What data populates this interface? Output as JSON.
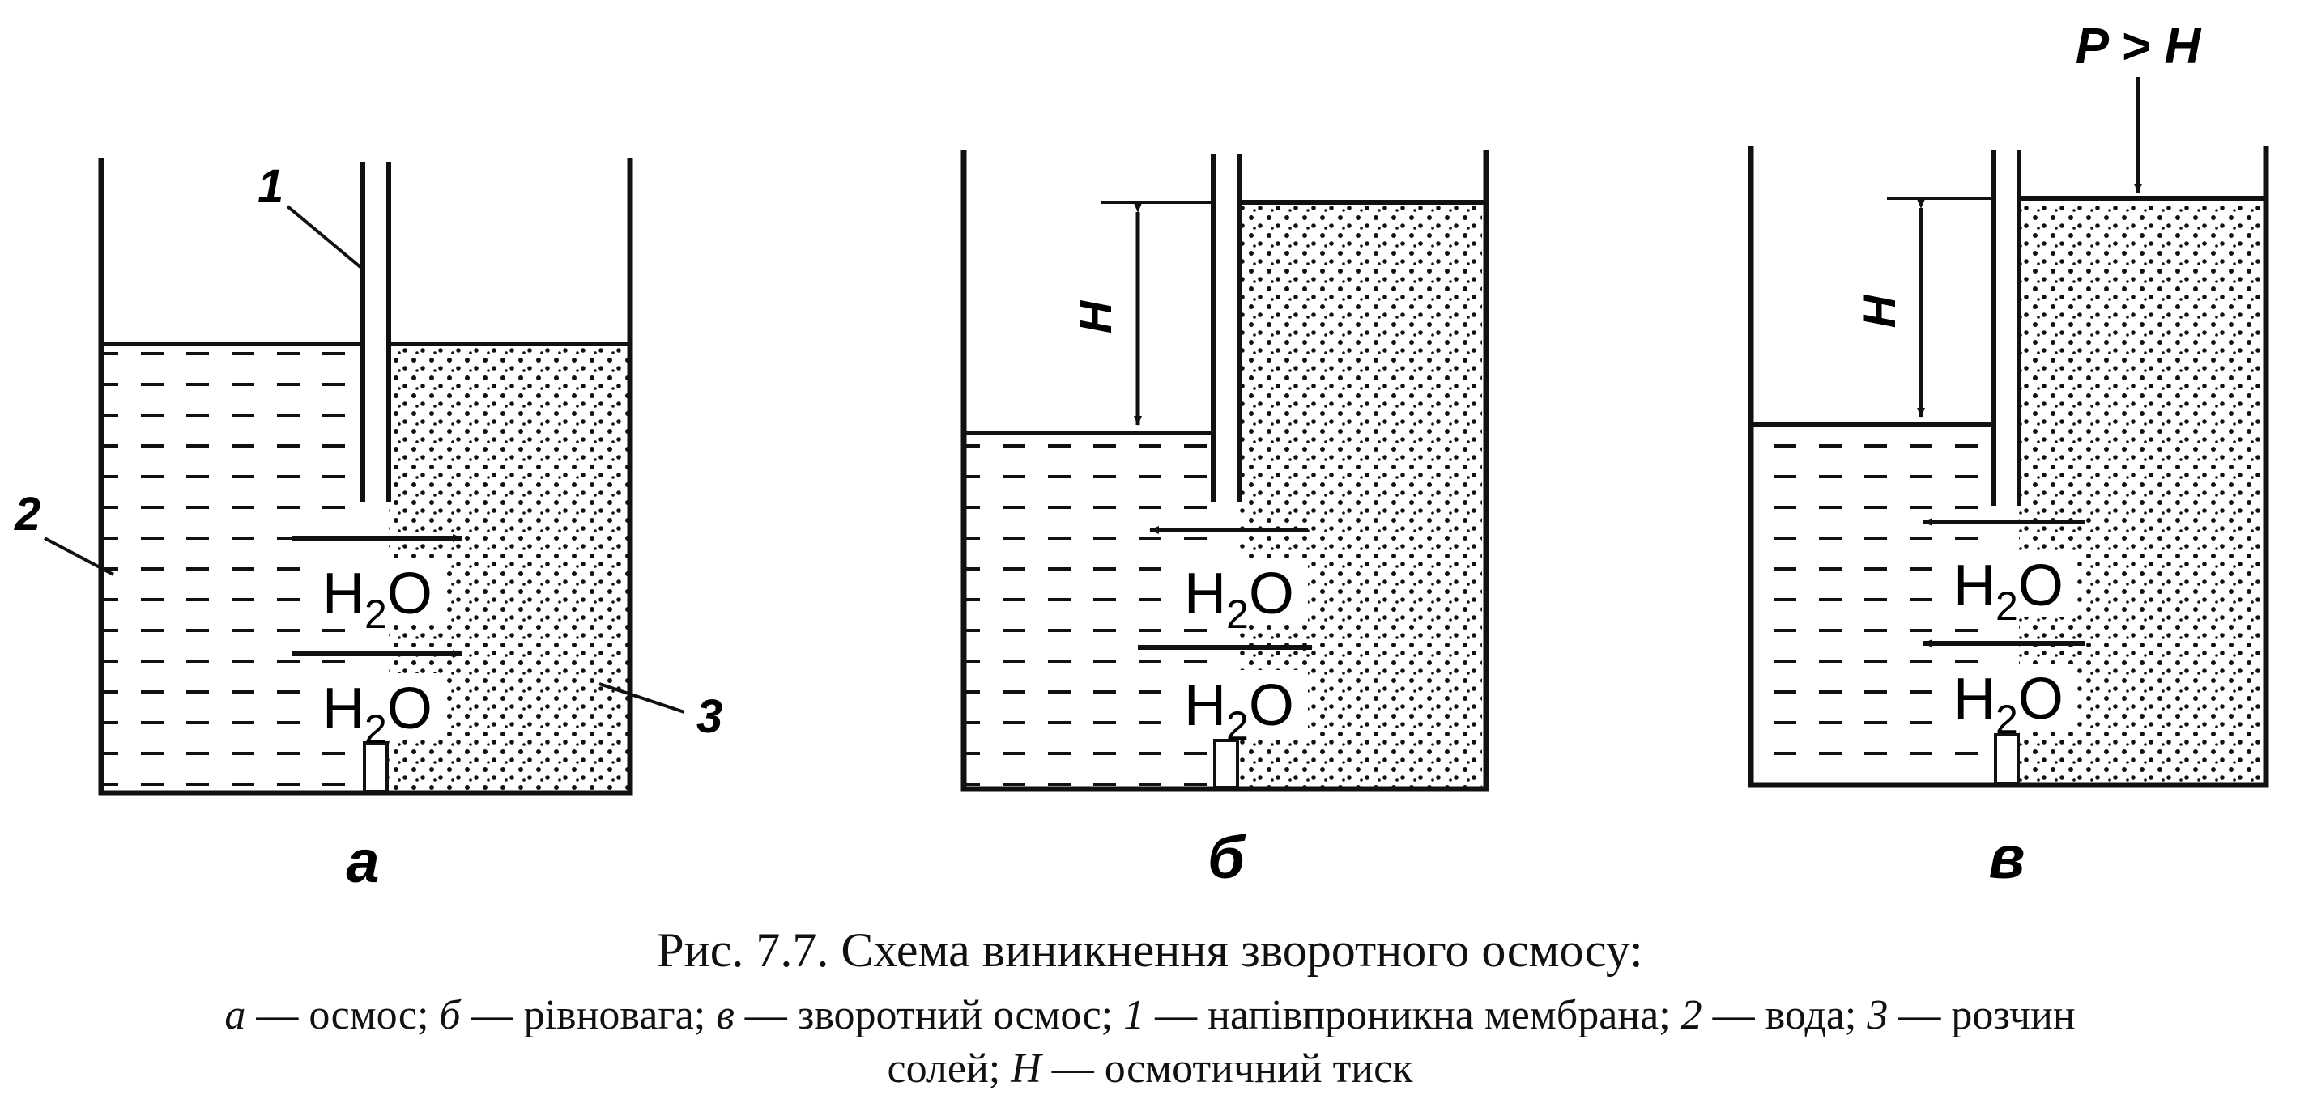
{
  "figure": {
    "callouts": {
      "membrane": "1",
      "water": "2",
      "solution": "3"
    },
    "water_label_main": "H",
    "water_label_sub": "2",
    "water_label_end": "O",
    "osmotic_label": "H",
    "pressure_label": "P > H",
    "panels": [
      {
        "id": "a",
        "letter": "а",
        "arrows": [
          "right",
          "right"
        ]
      },
      {
        "id": "b",
        "letter": "б",
        "arrows": [
          "left",
          "right"
        ]
      },
      {
        "id": "v",
        "letter": "в",
        "arrows": [
          "left",
          "left"
        ]
      }
    ]
  },
  "caption": {
    "title": "Рис. 7.7. Схема виникнення зворотного осмосу:",
    "legend": [
      {
        "key": "а",
        "text": " — осмос; "
      },
      {
        "key": "б",
        "text": " — рівновага; "
      },
      {
        "key": "в",
        "text": " — зворотний осмос; "
      },
      {
        "key": "1",
        "text": " — напівпроникна мембрана; "
      },
      {
        "key": "2",
        "text": " — вода; "
      },
      {
        "key": "3",
        "text": " — розчин"
      }
    ],
    "legend_line2": [
      {
        "key": "",
        "text": "солей; "
      },
      {
        "key": "H",
        "text": " — осмотичний тиск"
      }
    ]
  }
}
